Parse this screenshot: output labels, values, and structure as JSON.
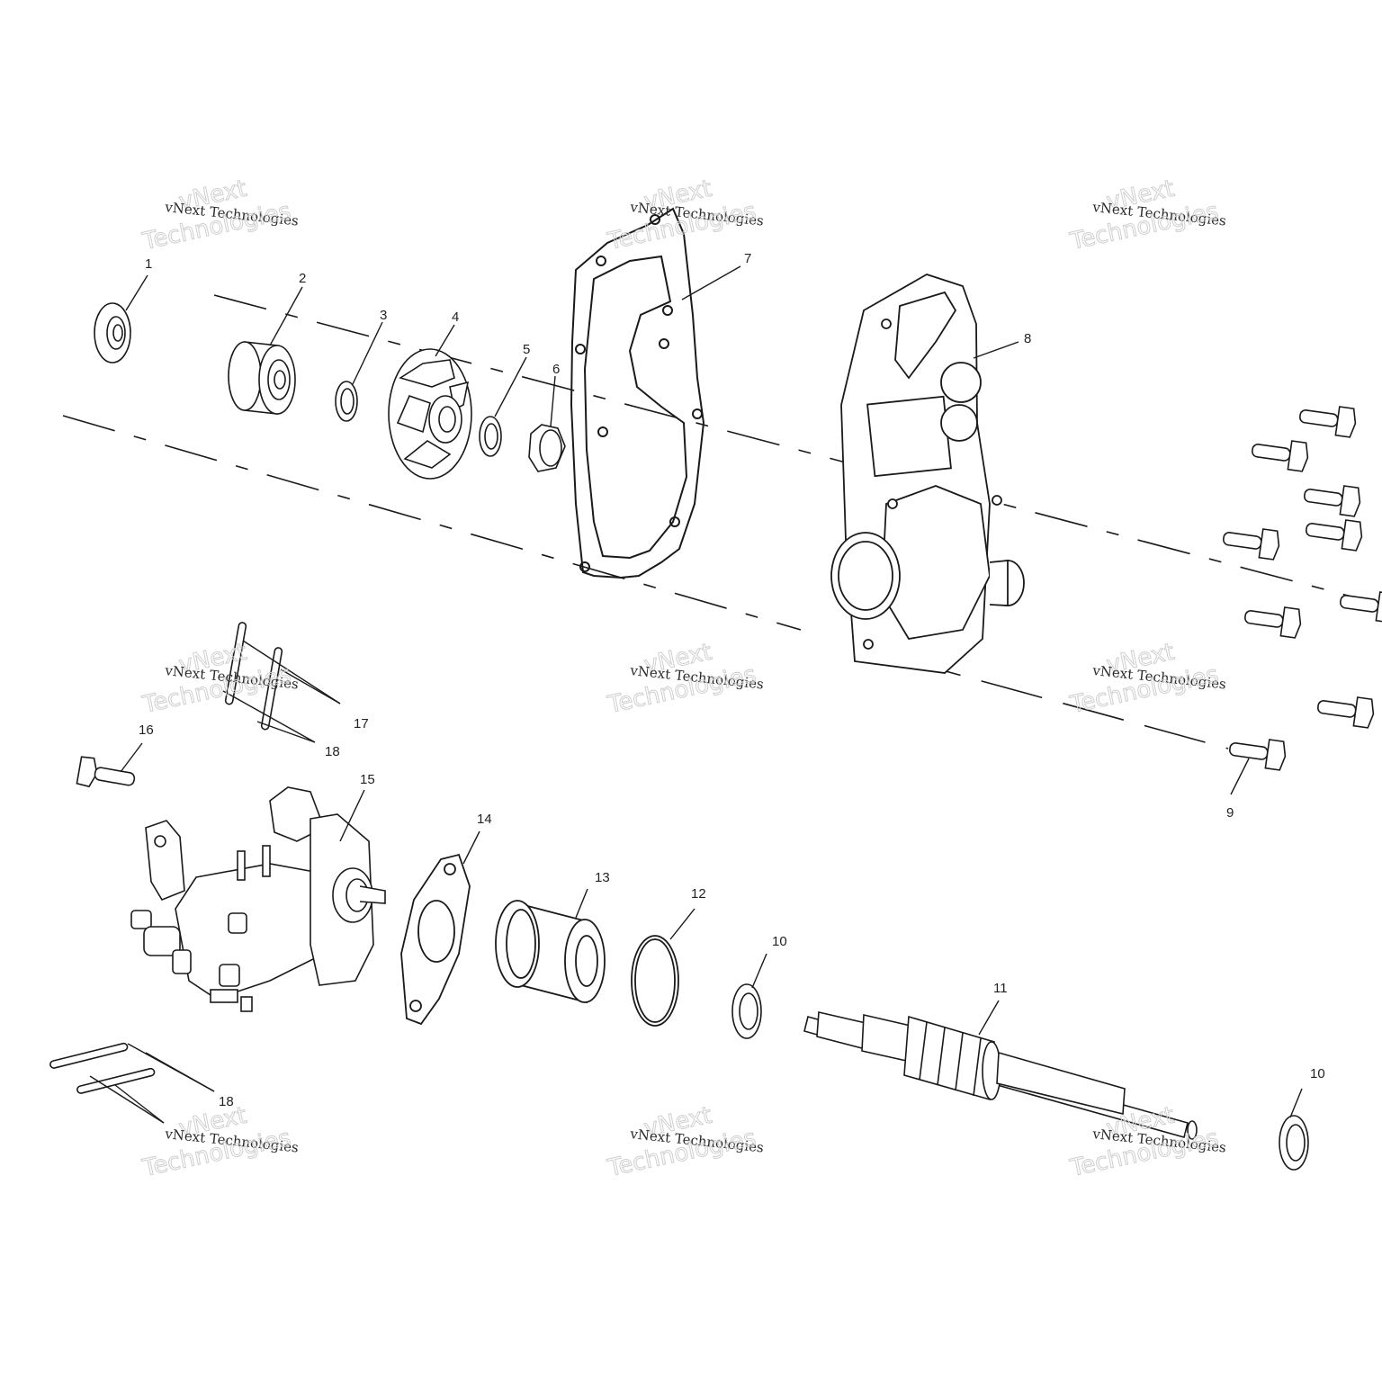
{
  "watermark": {
    "line1": "vNext Technologies",
    "outline_a": "vNext",
    "outline_b": "Technologies"
  },
  "parts": [
    {
      "id": "1",
      "label": "1"
    },
    {
      "id": "2",
      "label": "2"
    },
    {
      "id": "3",
      "label": "3"
    },
    {
      "id": "4",
      "label": "4"
    },
    {
      "id": "5",
      "label": "5"
    },
    {
      "id": "6",
      "label": "6"
    },
    {
      "id": "7",
      "label": "7"
    },
    {
      "id": "8",
      "label": "8"
    },
    {
      "id": "9",
      "label": "9"
    },
    {
      "id": "10a",
      "label": "10"
    },
    {
      "id": "10b",
      "label": "10"
    },
    {
      "id": "11",
      "label": "11"
    },
    {
      "id": "12",
      "label": "12"
    },
    {
      "id": "13",
      "label": "13"
    },
    {
      "id": "14",
      "label": "14"
    },
    {
      "id": "15",
      "label": "15"
    },
    {
      "id": "16",
      "label": "16"
    },
    {
      "id": "17",
      "label": "17"
    },
    {
      "id": "18a",
      "label": "18"
    },
    {
      "id": "18b",
      "label": "18"
    }
  ],
  "colors": {
    "line": "#1a1a1a",
    "watermark": "#cfcfcf",
    "paper": "#ffffff"
  }
}
